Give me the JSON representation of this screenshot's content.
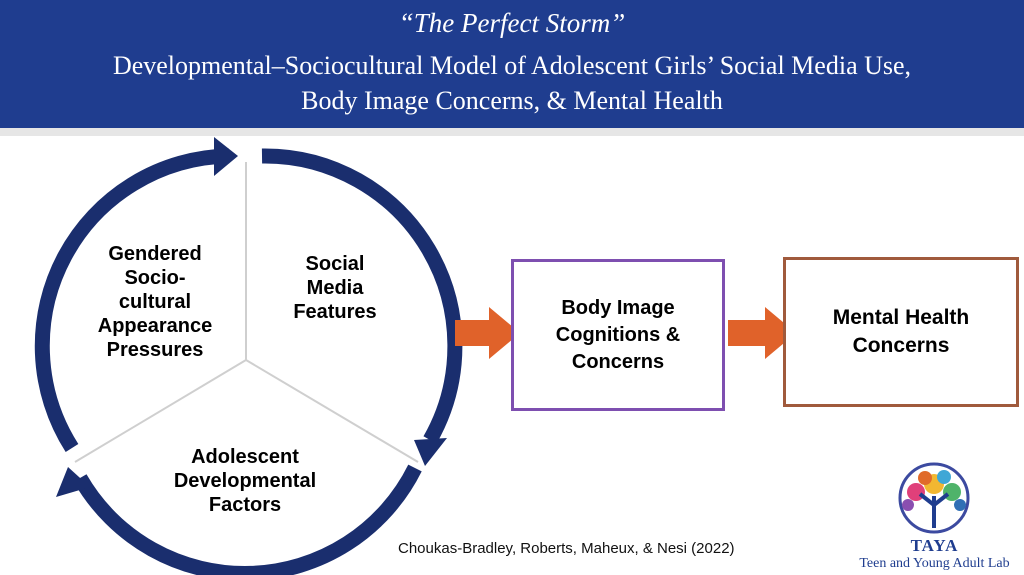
{
  "header": {
    "title_italic": "“The Perfect Storm”",
    "title_line2": "Developmental–Sociocultural Model of Adolescent Girls’ Social Media Use,",
    "title_line3": "Body Image Concerns, & Mental Health"
  },
  "cycle": {
    "segment_left": [
      "Gendered",
      "Socio-",
      "cultural",
      "Appearance",
      "Pressures"
    ],
    "segment_right": [
      "Social",
      "Media",
      "Features"
    ],
    "segment_bottom": [
      "Adolescent",
      "Developmental",
      "Factors"
    ]
  },
  "boxes": {
    "body_image": [
      "Body Image",
      "Cognitions &",
      "Concerns"
    ],
    "mental_health": [
      "Mental Health",
      "Concerns"
    ]
  },
  "citation": "Choukas-Bradley, Roberts, Maheux, & Nesi (2022)",
  "logo": {
    "name": "TAYA",
    "subtitle": "Teen and Young Adult Lab"
  },
  "colors": {
    "header_bg": "#1f3d8f",
    "cycle_arrow": "#1a2e6e",
    "connector_arrow": "#e0622a",
    "body_box_border": "#7e4fb0",
    "mental_box_border": "#a05a3c"
  }
}
